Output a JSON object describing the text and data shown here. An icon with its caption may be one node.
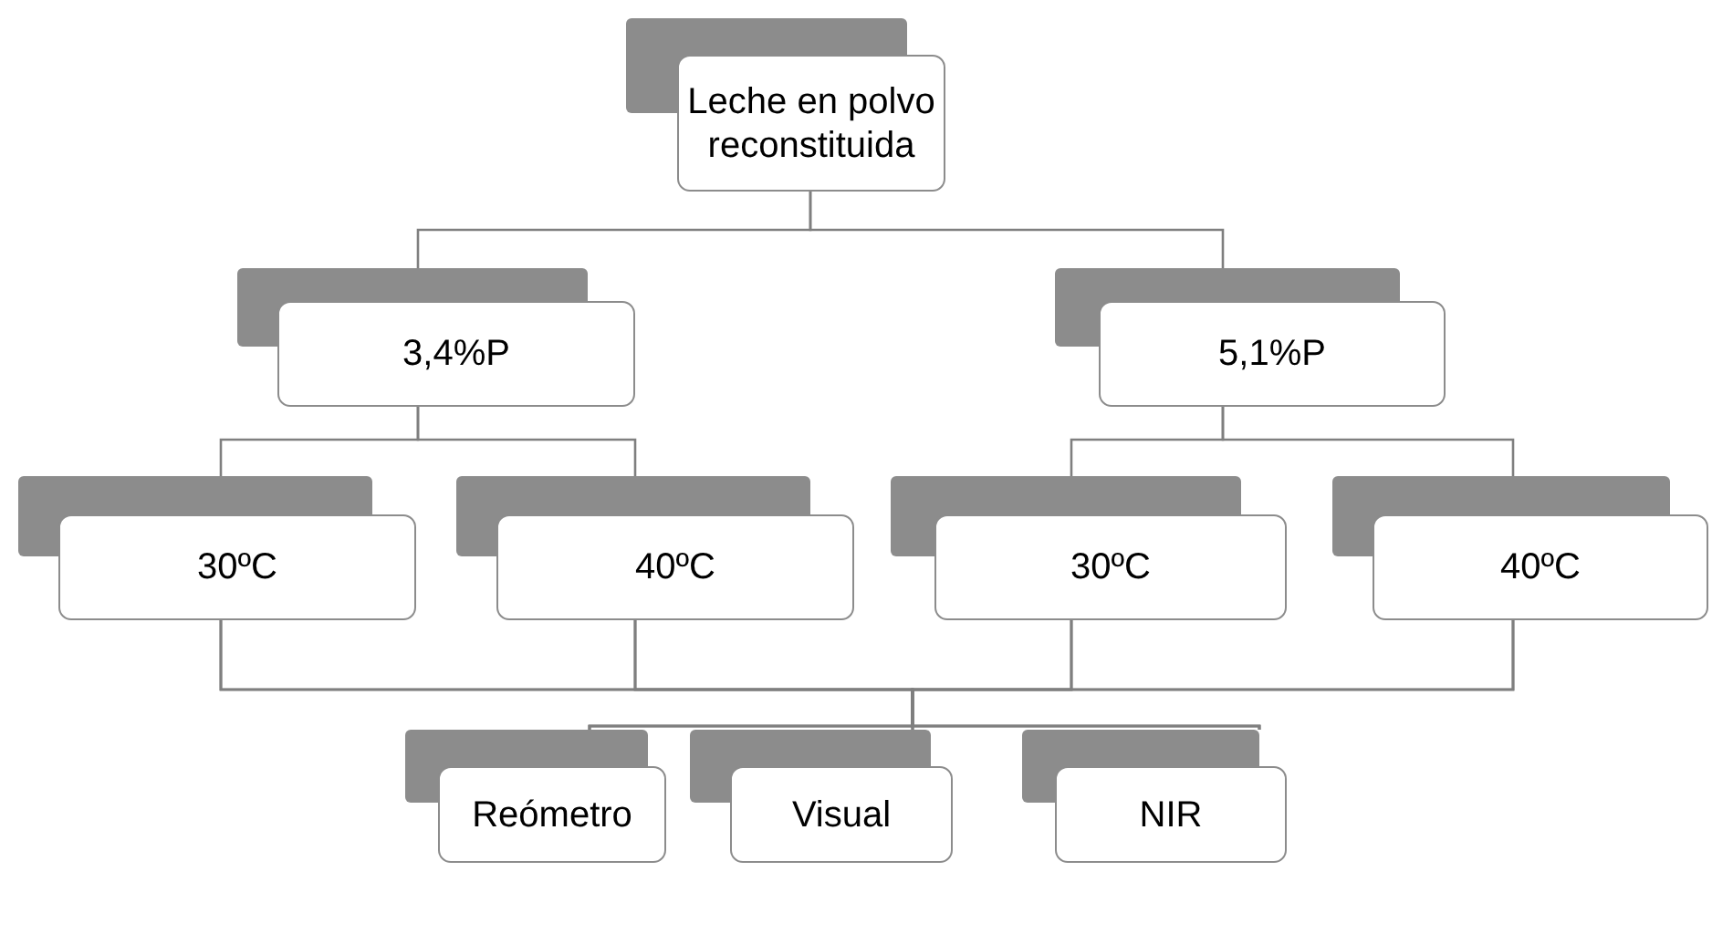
{
  "diagram": {
    "nodes": [
      {
        "text": [
          "Leche en polvo reconstituida"
        ]
      },
      {
        "text": [
          "3,4%P"
        ]
      },
      {
        "text": [
          "5,1%P"
        ]
      },
      {
        "text": [
          "30ºC"
        ]
      },
      {
        "text": [
          "40ºC"
        ]
      },
      {
        "text": [
          "30ºC"
        ]
      },
      {
        "text": [
          "40ºC"
        ]
      },
      {
        "text": [
          "Reómetro"
        ]
      },
      {
        "text": [
          "Visual"
        ]
      },
      {
        "text": [
          "NIR"
        ]
      }
    ],
    "edges": [
      {
        "from": 0,
        "to": 1,
        "arrow": "none"
      },
      {
        "from": 0,
        "to": 2,
        "arrow": "none"
      },
      {
        "from": 1,
        "to": 3,
        "arrow": "none"
      },
      {
        "from": 1,
        "to": 4,
        "arrow": "none"
      },
      {
        "from": 2,
        "to": 5,
        "arrow": "none"
      },
      {
        "from": 2,
        "to": 6,
        "arrow": "none"
      },
      {
        "from": 3,
        "to": 7,
        "arrow": "none"
      },
      {
        "from": 3,
        "to": 8,
        "arrow": "none"
      },
      {
        "from": 3,
        "to": 9,
        "arrow": "none"
      },
      {
        "from": 4,
        "to": 7,
        "arrow": "none"
      },
      {
        "from": 4,
        "to": 8,
        "arrow": "none"
      },
      {
        "from": 4,
        "to": 9,
        "arrow": "none"
      },
      {
        "from": 5,
        "to": 7,
        "arrow": "none"
      },
      {
        "from": 5,
        "to": 8,
        "arrow": "none"
      },
      {
        "from": 5,
        "to": 9,
        "arrow": "none"
      },
      {
        "from": 6,
        "to": 7,
        "arrow": "none"
      },
      {
        "from": 6,
        "to": 8,
        "arrow": "none"
      },
      {
        "from": 6,
        "to": 9,
        "arrow": "none"
      }
    ]
  }
}
